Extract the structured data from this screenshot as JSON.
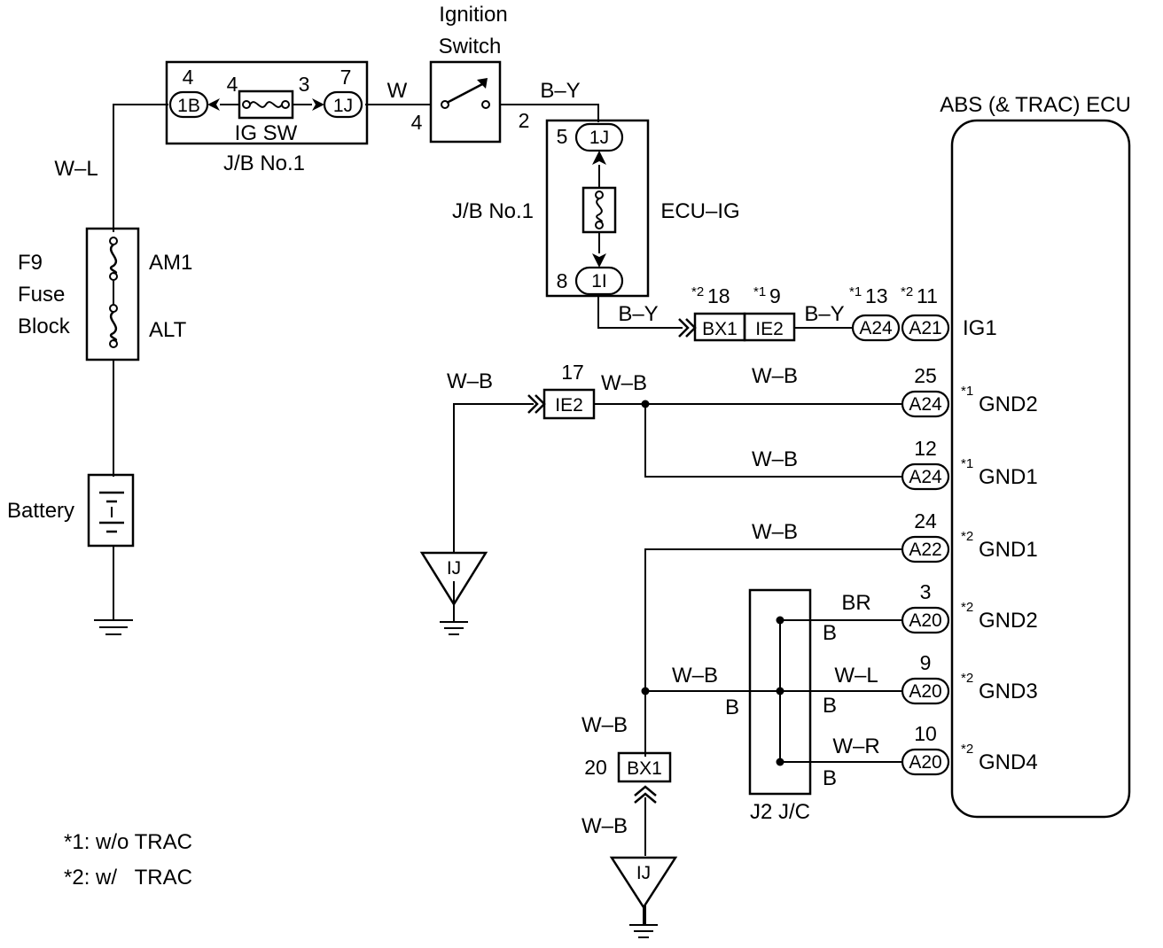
{
  "labels": {
    "ignition_switch_line1": "Ignition",
    "ignition_switch_line2": "Switch",
    "abs_ecu": "ABS (& TRAC) ECU",
    "jb_no1_top": "J/B No.1",
    "jb_no1_mid": "J/B No.1",
    "ig_sw": "IG SW",
    "ecu_ig": "ECU–IG",
    "f9": "F9",
    "fuse": "Fuse",
    "block": "Block",
    "am1": "AM1",
    "alt": "ALT",
    "battery": "Battery",
    "j2_jc": "J2 J/C",
    "note1": "*1: w/o TRAC",
    "note2": "*2: w/   TRAC"
  },
  "connectors": {
    "c_1b": "1B",
    "c_1j_top": "1J",
    "c_1j_ecuig": "1J",
    "c_1i": "1I",
    "c_bx1_top": "BX1",
    "c_ie2_top": "IE2",
    "c_ie2_mid": "IE2",
    "c_a24_ig": "A24",
    "c_a21_ig": "A21",
    "c_a24_gnd2": "A24",
    "c_a24_gnd1": "A24",
    "c_a22": "A22",
    "c_a20_gnd2": "A20",
    "c_a20_gnd3": "A20",
    "c_a20_gnd4": "A20",
    "c_bx1_bottom": "BX1",
    "g_ij_left": "IJ",
    "g_ij_bottom": "IJ"
  },
  "pins": {
    "p4_1b": "4",
    "p4_fuse": "4",
    "p3_fuse": "3",
    "p7_1j": "7",
    "p4_ign": "4",
    "p2_ign": "2",
    "p5_1j": "5",
    "p8_1i": "8",
    "p18_pre": "*2",
    "p18": "18",
    "p9_pre": "*1",
    "p9": "9",
    "p13_pre": "*1",
    "p13": "13",
    "p11_pre": "*2",
    "p11": "11",
    "p17": "17",
    "p25": "25",
    "p12": "12",
    "p24": "24",
    "p3": "3",
    "p9b": "9",
    "p10": "10",
    "p20": "20"
  },
  "wires": {
    "w_wl": "W–L",
    "w_w": "W",
    "w_by_top": "B–Y",
    "w_by_mid": "B–Y",
    "w_by_right": "B–Y",
    "w_wb_left": "W–B",
    "w_wb_ie2": "W–B",
    "w_wb_gnd2": "W–B",
    "w_wb_gnd1": "W–B",
    "w_wb_a22": "W–B",
    "w_br": "BR",
    "w_wl_gnd3": "W–L",
    "w_wr": "W–R",
    "w_b1": "B",
    "w_b2": "B",
    "w_b3": "B",
    "w_b_left": "B",
    "w_wb_mid": "W–B",
    "w_wb_vert": "W–B",
    "w_wb_bottom": "W–B"
  },
  "terminals": {
    "ig1": "IG1",
    "gnd2_w_pre": "*1",
    "gnd2_w": "GND2",
    "gnd1_w_pre": "*1",
    "gnd1_w": "GND1",
    "gnd1_t_pre": "*2",
    "gnd1_t": "GND1",
    "gnd2_t_pre": "*2",
    "gnd2_t": "GND2",
    "gnd3_t_pre": "*2",
    "gnd3_t": "GND3",
    "gnd4_t_pre": "*2",
    "gnd4_t": "GND4"
  }
}
